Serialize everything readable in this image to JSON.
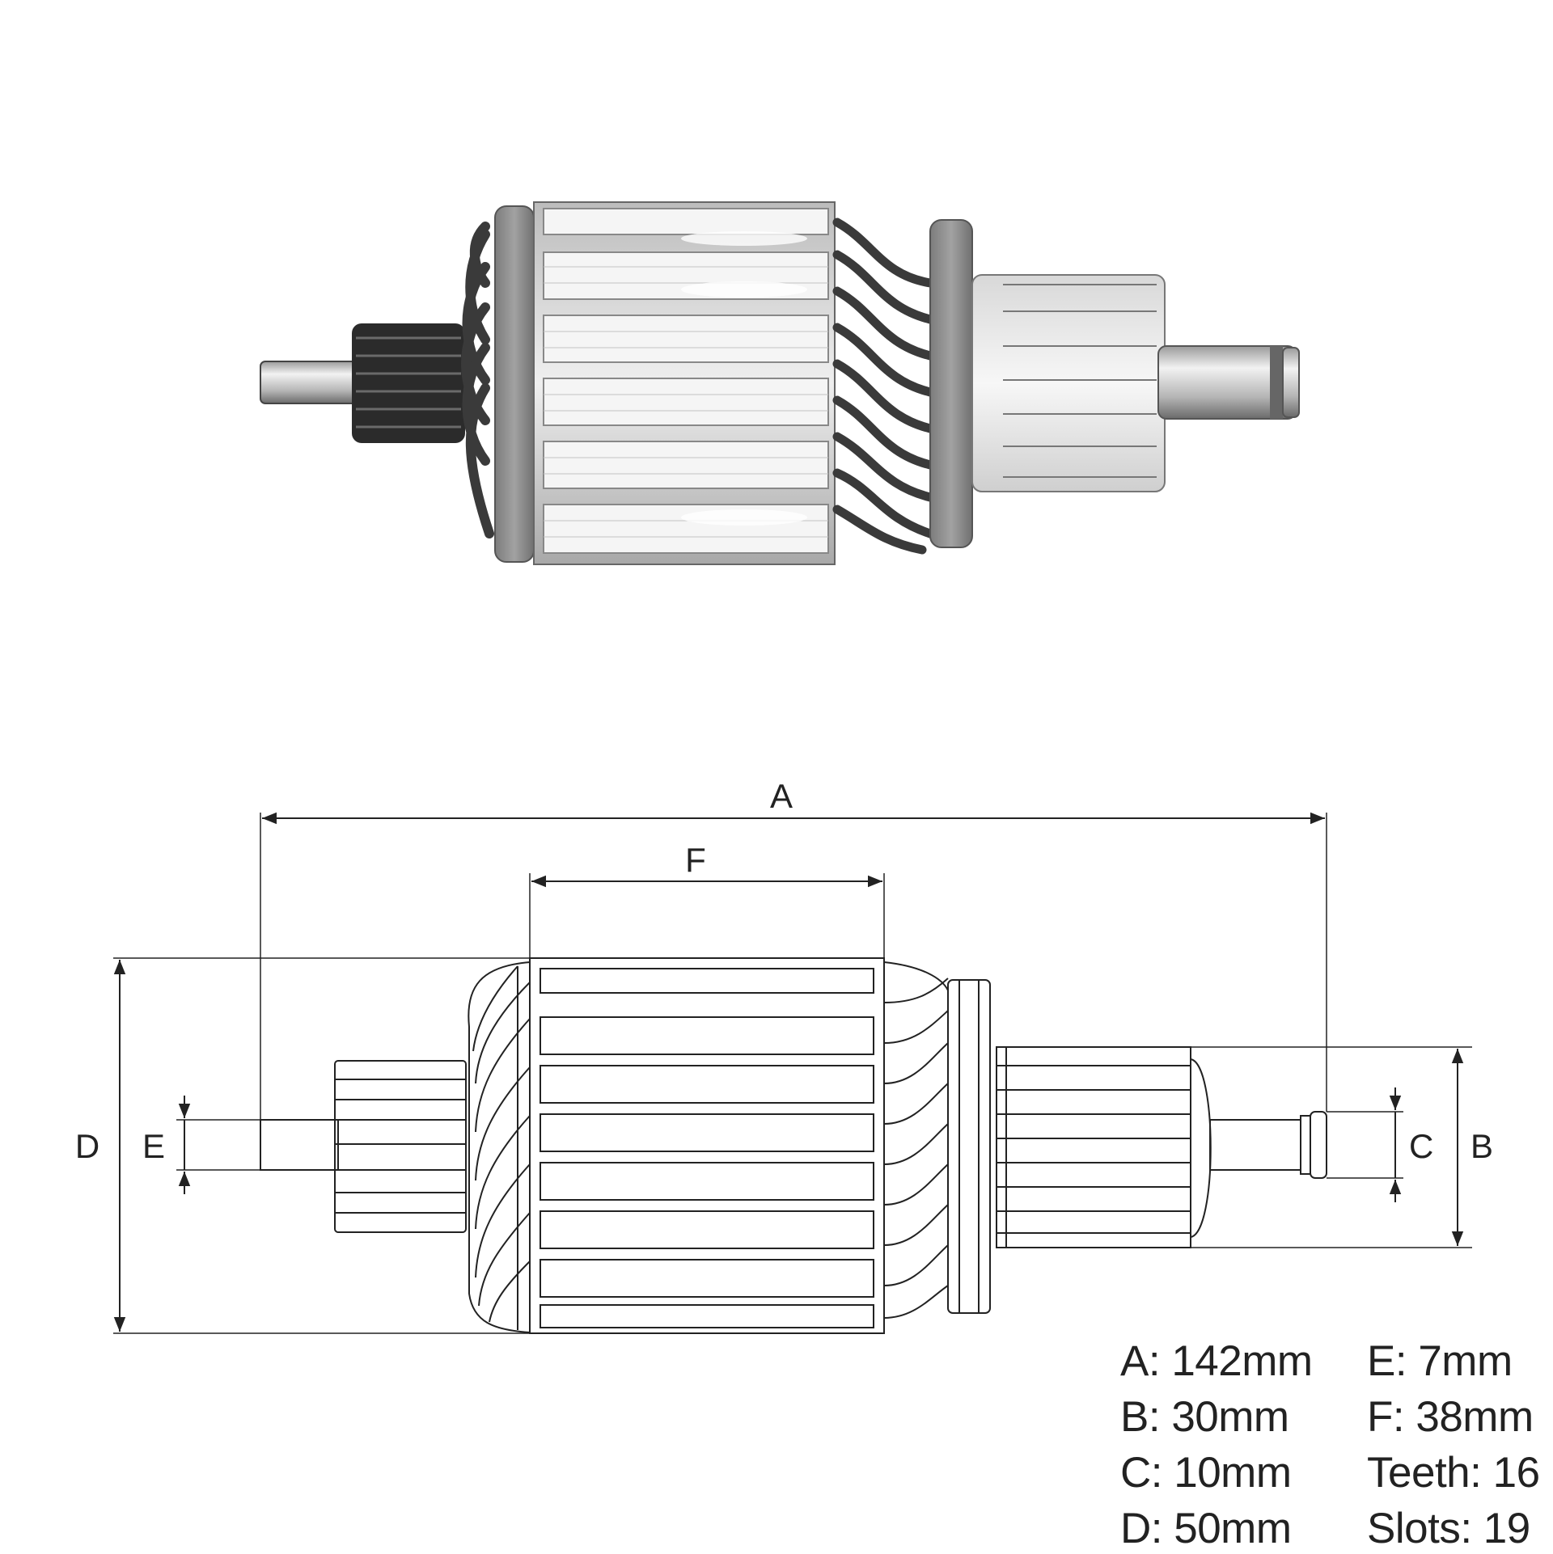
{
  "dimension_labels": {
    "a": "A",
    "b": "B",
    "c": "C",
    "d": "D",
    "e": "E",
    "f": "F"
  },
  "specs": [
    {
      "key": "A:",
      "value": "142mm"
    },
    {
      "key": "E:",
      "value": "7mm"
    },
    {
      "key": "B:",
      "value": "30mm"
    },
    {
      "key": "F:",
      "value": "38mm"
    },
    {
      "key": "C:",
      "value": "10mm"
    },
    {
      "key": "Teeth:",
      "value": "16"
    },
    {
      "key": "D:",
      "value": "50mm"
    },
    {
      "key": "Slots:",
      "value": "19"
    }
  ],
  "colors": {
    "line": "#222222",
    "metal_light": "#e6e6e6",
    "metal_dark": "#555555",
    "insulator": "#8a8a8a",
    "pinion": "#2a2a2a"
  }
}
